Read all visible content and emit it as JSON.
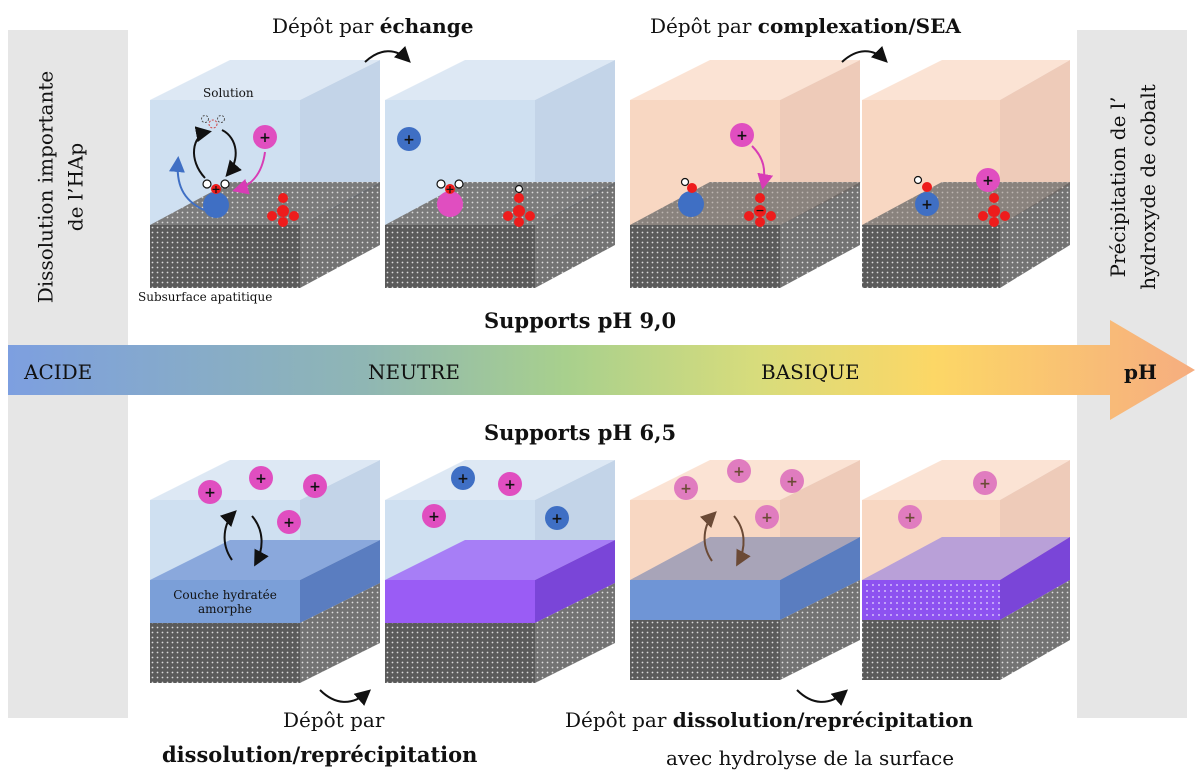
{
  "left_panel": {
    "line1": "Dissolution importante",
    "line2": "de l’HAp"
  },
  "right_panel": {
    "line1": "Précipitation de l’",
    "line2": "hydroxyde de cobalt"
  },
  "top": {
    "exchange": {
      "prefix": "Dépôt par ",
      "bold": "échange"
    },
    "complexation": {
      "prefix": "Dépôt par ",
      "bold": "complexation/SEA"
    },
    "solution_label": "Solution",
    "subsurface_label": "Subsurface apatitique",
    "supports_label": "Supports pH 9,0"
  },
  "axis": {
    "acid": "ACIDE",
    "neutral": "NEUTRE",
    "basic": "BASIQUE",
    "ph": "pH"
  },
  "bottom": {
    "supports_label": "Supports pH 6,5",
    "layer_label_1": "Couche hydratée",
    "layer_label_2": "amorphe",
    "dissolution": {
      "line1": "Dépôt par",
      "line2_bold": "dissolution/reprécipitation"
    },
    "hydrolysis": {
      "prefix": "Dépôt par ",
      "bold": "dissolution/reprécipitation",
      "line2": "avec hydrolyse de la surface"
    }
  },
  "colors": {
    "cation_pink": "#e04ec0",
    "cation_blue": "#3f6fc4",
    "oxygen_red": "#ee1c1c",
    "solution_blue": "#cfe0f1",
    "solution_peach": "#f8d7c2",
    "layer_blue": "#7b9fd8",
    "layer_purple": "#9a5cf5"
  }
}
